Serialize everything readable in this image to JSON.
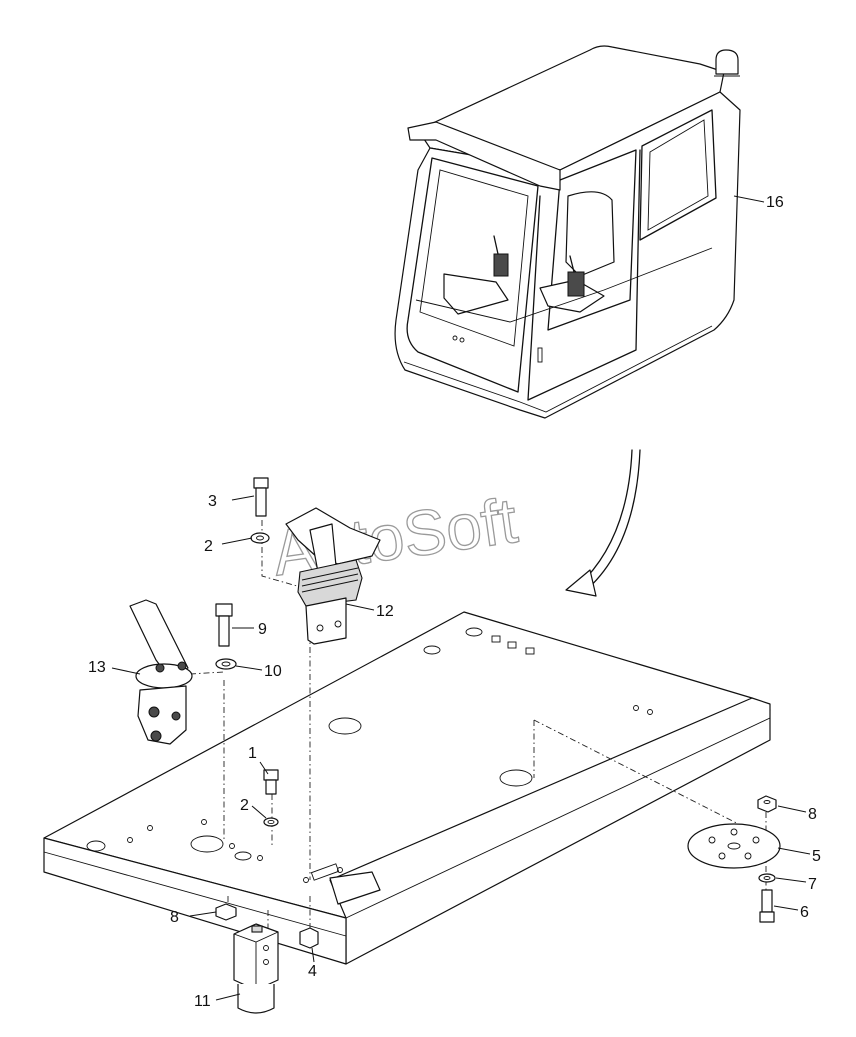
{
  "watermark": "AutoSoft",
  "callouts": [
    {
      "id": "c16",
      "label": "16"
    },
    {
      "id": "c3",
      "label": "3"
    },
    {
      "id": "c2a",
      "label": "2"
    },
    {
      "id": "c12",
      "label": "12"
    },
    {
      "id": "c9",
      "label": "9"
    },
    {
      "id": "c10",
      "label": "10"
    },
    {
      "id": "c13",
      "label": "13"
    },
    {
      "id": "c1",
      "label": "1"
    },
    {
      "id": "c2b",
      "label": "2"
    },
    {
      "id": "c8a",
      "label": "8"
    },
    {
      "id": "c5",
      "label": "5"
    },
    {
      "id": "c7",
      "label": "7"
    },
    {
      "id": "c6",
      "label": "6"
    },
    {
      "id": "c8b",
      "label": "8"
    },
    {
      "id": "c4",
      "label": "4"
    },
    {
      "id": "c11",
      "label": "11"
    }
  ]
}
